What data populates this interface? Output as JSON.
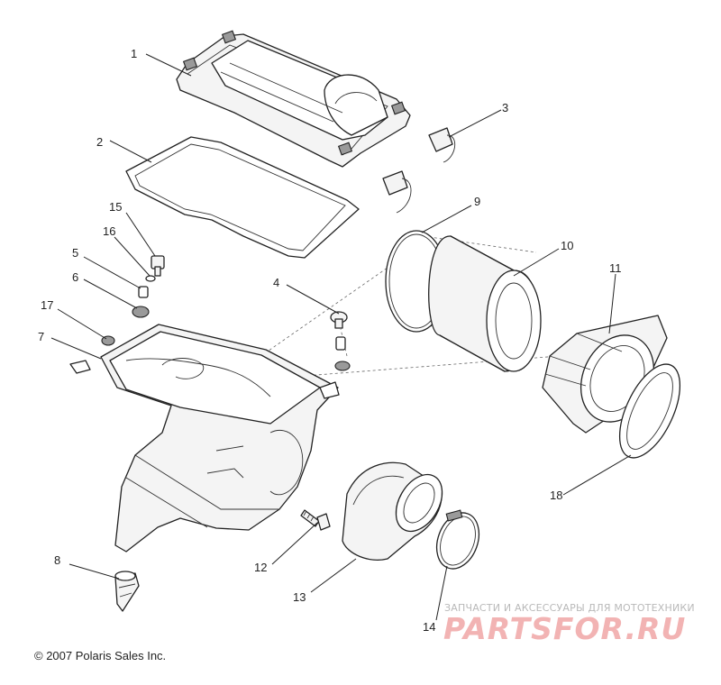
{
  "diagram": {
    "callouts": [
      "1",
      "2",
      "3",
      "4",
      "5",
      "6",
      "7",
      "8",
      "9",
      "10",
      "11",
      "12",
      "13",
      "14",
      "15",
      "16",
      "17",
      "18"
    ]
  },
  "footer": {
    "copyright": "© 2007 Polaris Sales Inc."
  },
  "watermark": {
    "tagline": "ЗАПЧАСТИ И АКСЕССУАРЫ ДЛЯ МОТОТЕХНИКИ",
    "logo": "PARTSFOR.RU"
  }
}
